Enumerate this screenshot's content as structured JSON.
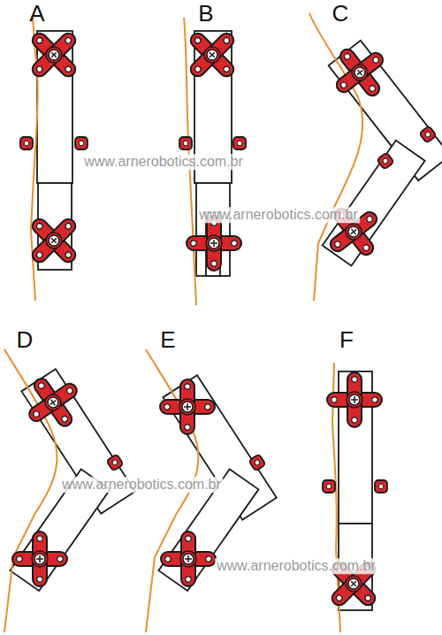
{
  "diagram": {
    "labels": [
      "A",
      "B",
      "C",
      "www.arnerobotics.com.br",
      "www.arnerobotics.com.br",
      "D",
      "E",
      "F",
      "www.arnerobotics.com.br",
      "www.arnerobotics.com.br"
    ]
  }
}
